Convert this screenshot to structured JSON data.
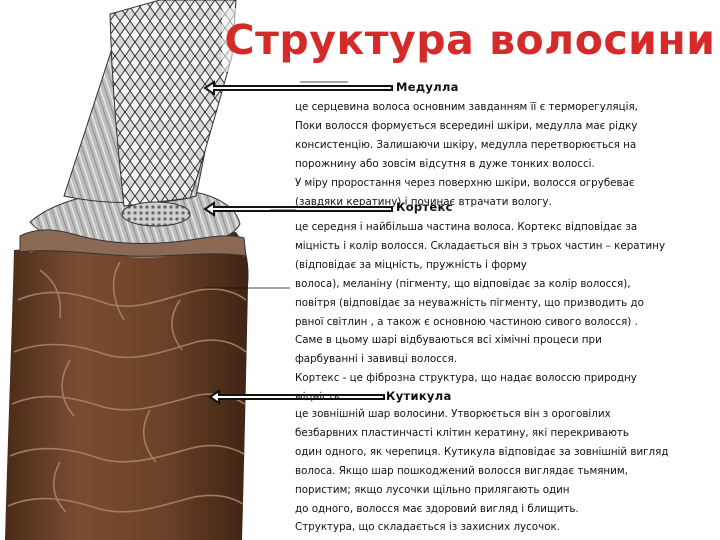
{
  "title": "Структура волосини",
  "sections": [
    {
      "name": "Медулла",
      "lines": [
        "це серцевина волоса основним завданням її є терморегуляція,",
        " Поки волосся формується всередині шкіри, медулла має рідку",
        " консистенцію. Залишаючи шкіру, медулла перетворюється на",
        " порожнину або зовсім відсутня в дуже тонких волоссі.",
        "У міру проростання через поверхню шкіри, волосся огрубеває",
        " (завдяки кератину) і починає втрачати вологу."
      ]
    },
    {
      "name": "Кортекс",
      "lines": [
        "це середня і найбільша частина волоса. Кортекс відповідає за",
        " міцність і колір волосся. Складається він з трьох частин – кератину",
        " (відповідає за міцність, пружність і форму",
        "волоса), меланіну (пігменту, що відповідає за колір волосся),",
        " повітря (відповідає за неуважність пігменту, що призводить до",
        " рвної світлин , а також є основною частиною сивого волосся) .",
        "Саме в цьому шарі відбуваються всі хімічні процеси при",
        " фарбуванні і завивці волосся.",
        "Кортекс - це фіброзна структура, що надає волоссю природну",
        "міцність"
      ]
    },
    {
      "name": "Кутикула",
      "lines": [
        "це зовнішній шар волосини. Утворюється він з ороговілих",
        " безбарвних пластинчасті клітин кератину, які перекривають",
        "один одного, як черепиця. Кутикула відповідає за зовнішній вигляд",
        " волоса. Якщо шар пошкоджений волосся виглядає тьмяним,",
        " пористим; якщо лусочки щільно прилягають один",
        "до одного, волосся має здоровий вигляд і блищить.",
        "Структура, що складається із захисних лусочок."
      ]
    }
  ],
  "colors": {
    "title": "#d42a2a",
    "cuticle": "#6b4228",
    "cuticle_dark": "#3f2414",
    "cortex": "#c9c9c9",
    "medulla": "#ececec"
  }
}
